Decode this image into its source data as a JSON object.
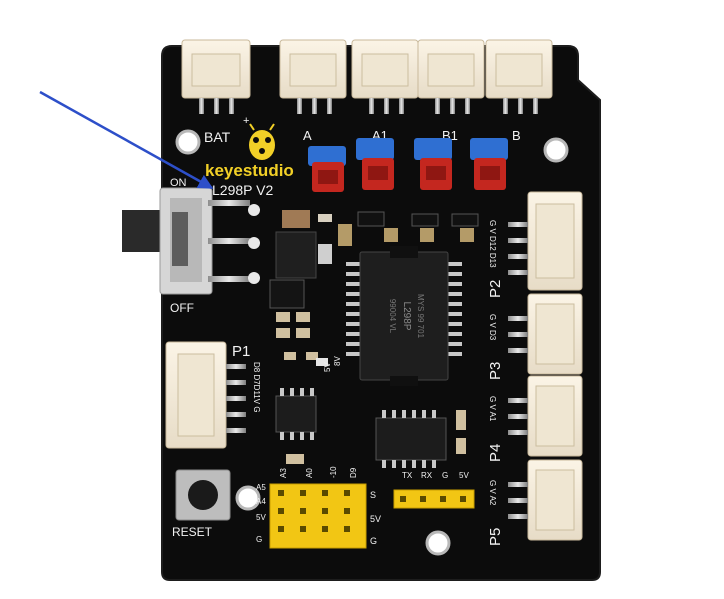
{
  "board": {
    "brand": "keyestudio",
    "model": "L298P V2",
    "chip_marking": [
      "L298P",
      "99004 VL",
      "MYS 99 701"
    ],
    "colors": {
      "pcb": "#0c0c0c",
      "silkscreen": "#f2f2f2",
      "header": "#f2c614",
      "jumper_blue": "#2f6fd2",
      "jumper_red": "#c4271f",
      "arrow": "#2d4fc9"
    }
  },
  "labels": {
    "bat": "BAT",
    "plus": "+",
    "on": "ON",
    "off": "OFF",
    "reset": "RESET",
    "p1": "P1",
    "p2": "P2",
    "p3": "P3",
    "p4": "P4",
    "p5": "P5",
    "motor_a": "A",
    "motor_a1": "A1",
    "motor_b1": "B1",
    "motor_b": "B",
    "p1_pins": "D8 D7D11V G",
    "p2_pins": "G V D12 D13",
    "p3_pins": "G V D3",
    "p4_pins": "G V A1",
    "p5_pins": "G V A2",
    "uart_pins": [
      "TX",
      "RX",
      "G",
      "5V"
    ],
    "analog_col_left": [
      "A5",
      "A4",
      "5V",
      "G"
    ],
    "analog_top": [
      "A3",
      "A0",
      "-10",
      "D9"
    ],
    "right_col": [
      "S",
      "5V",
      "G"
    ],
    "led_8v": "8V",
    "led_5v": "5V"
  }
}
